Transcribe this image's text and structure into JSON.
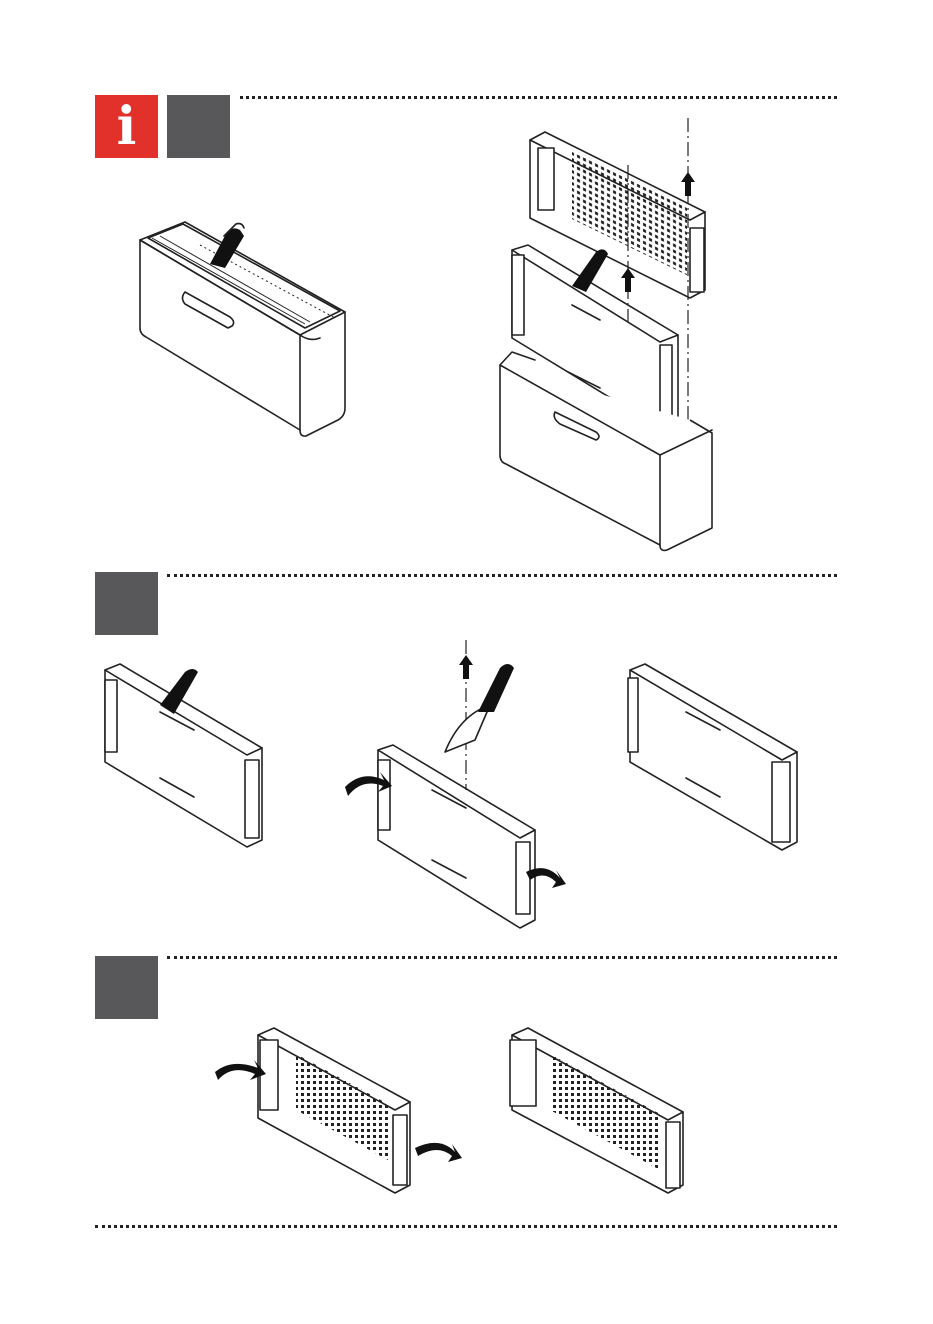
{
  "page": {
    "info_badge": {
      "glyph": "i",
      "color": "#e2312b"
    },
    "step_box_color": "#58585a",
    "sections": [
      {
        "id": "removal",
        "icons": [
          "info-icon",
          "step-marker"
        ]
      },
      {
        "id": "blade-guard",
        "icons": [
          "step-marker"
        ]
      },
      {
        "id": "grid-rotate",
        "icons": [
          "step-marker"
        ]
      }
    ],
    "illustrations": [
      "knife-block-assembled",
      "knife-block-exploded",
      "cutting-board-with-knife",
      "cutting-board-remove-knife-rotate-ends",
      "cutting-board-ends-rotated",
      "grid-insert-rotate-ends",
      "grid-insert-ends-rotated"
    ]
  }
}
